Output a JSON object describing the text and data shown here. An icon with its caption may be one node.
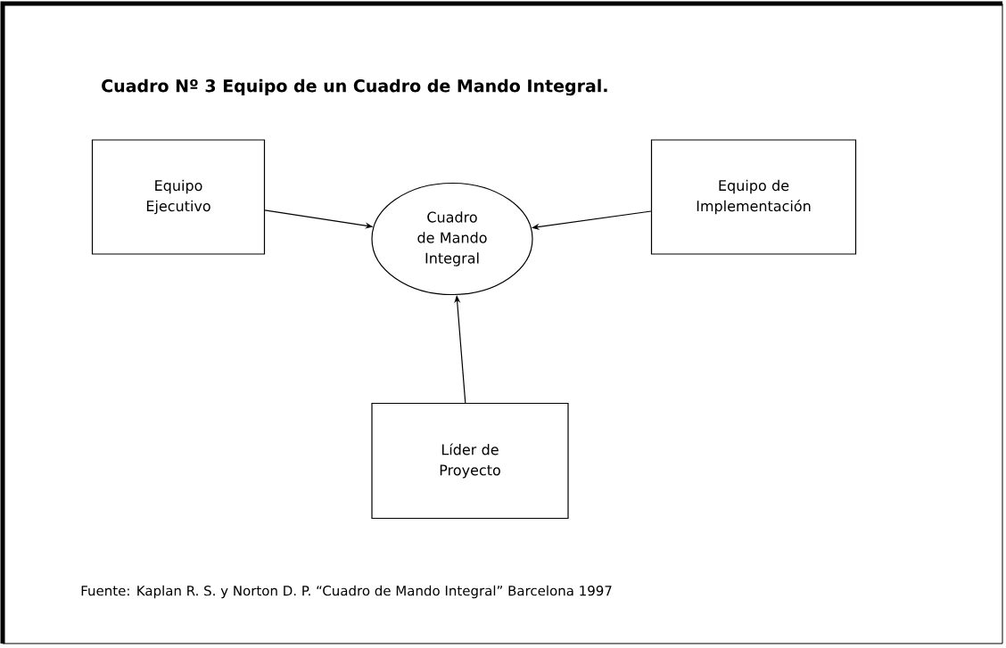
{
  "diagram": {
    "title": "Cuadro Nº 3  Equipo de un Cuadro de Mando Integral.",
    "caption": "Fuente:  Kaplan R. S. y  Norton D. P. “Cuadro de Mando Integral” Barcelona 1997",
    "nodes": [
      {
        "text": [
          "Equipo Ejecutivo"
        ]
      },
      {
        "text": [
          "Cuadro de Mando Integral"
        ]
      },
      {
        "text": [
          "Equipo de Implementación"
        ]
      },
      {
        "text": [
          "Líder de Proyecto"
        ]
      }
    ],
    "edges": [
      {
        "from": 0,
        "to": 1,
        "arrow": "to"
      },
      {
        "from": 2,
        "to": 1,
        "arrow": "to"
      },
      {
        "from": 3,
        "to": 1,
        "arrow": "to"
      }
    ]
  }
}
